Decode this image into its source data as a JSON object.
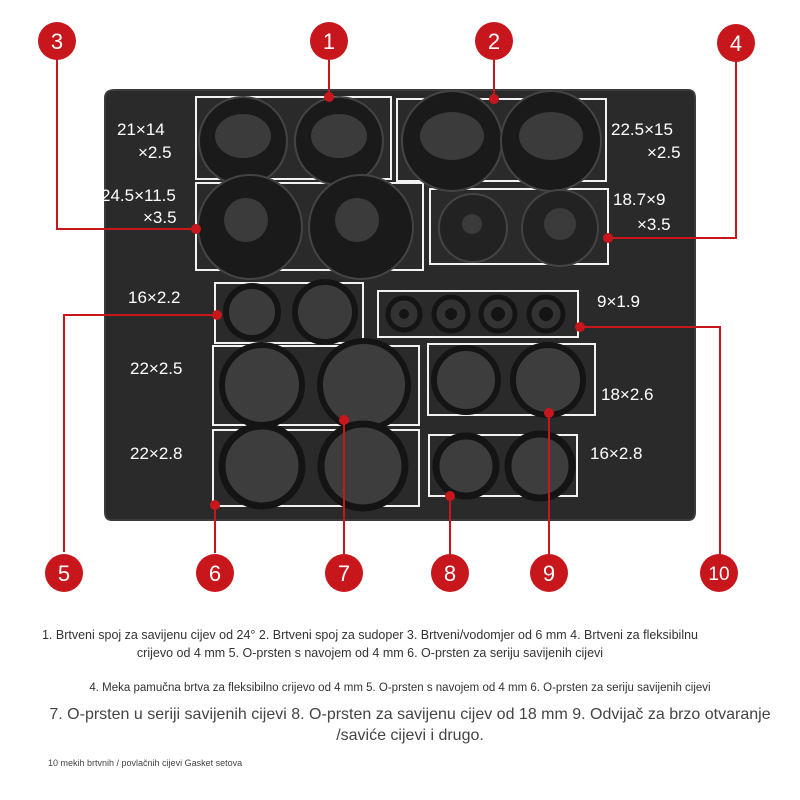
{
  "colors": {
    "tray": "#2a2a2a",
    "tray_edge": "#3a3a3a",
    "seal": "#1a1a1a",
    "seal_inner": "#3b3b3b",
    "marker": "#c8161d",
    "box": "#f2f2f2"
  },
  "markers": [
    "1",
    "2",
    "3",
    "4",
    "5",
    "6",
    "7",
    "8",
    "9",
    "10"
  ],
  "size_labels": {
    "s1a": "21×14",
    "s1b": "×2.5",
    "s2a": "22.5×15",
    "s2b": "×2.5",
    "s3a": "24.5×11.5",
    "s3b": "×3.5",
    "s4a": "18.7×9",
    "s4b": "×3.5",
    "s5": "16×2.2",
    "s10": "9×1.9",
    "s7": "22×2.5",
    "s9": "18×2.6",
    "s6": "22×2.8",
    "s8": "16×2.8"
  },
  "notes": {
    "line1": "1. Brtveni spoj za savijenu cijev od 24° 2. Brtveni spoj za sudoper 3. Brtveni/vodomjer od 6 mm 4. Brtveni za fleksibilnu crijevo od 4 mm 5. O-prsten s navojem od 4 mm 6. O-prsten za seriju savijenih cijevi",
    "line2": "4. Meka pamučna brtva za fleksibilno crijevo od 4 mm 5. O-prsten s navojem od 4 mm 6. O-prsten za seriju savijenih cijevi",
    "line3": "7. O-prsten u seriji savijenih cijevi 8. O-prsten za savijenu cijev od 18 mm 9. Odvijač za brzo otvaranje /saviće cijevi i drugo.",
    "line4": "10 mekih brtvnih / povlačnih cijevi Gasket setova"
  }
}
